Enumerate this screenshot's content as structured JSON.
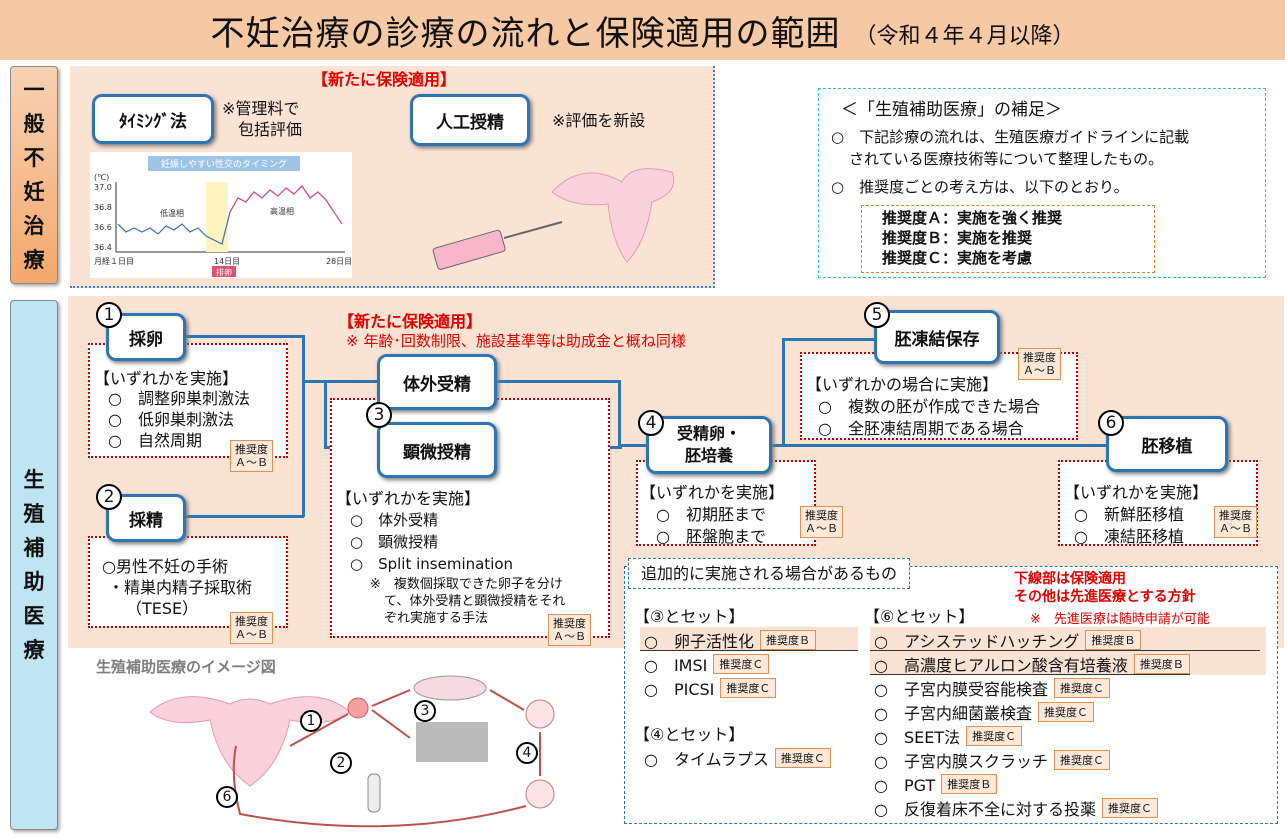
{
  "title": {
    "main": "不妊治療の診療の流れと保険適用の範囲",
    "sub": "（令和４年４月以降）"
  },
  "tabs": {
    "general": [
      "一",
      "般",
      "不",
      "妊",
      "治",
      "療"
    ],
    "art": [
      "生",
      "殖",
      "補",
      "助",
      "医",
      "療"
    ]
  },
  "general": {
    "new_coverage": "【新たに保険適用】",
    "timing": "ﾀｲﾐﾝｸﾞ法",
    "timing_note": [
      "※管理料で",
      "包括評価"
    ],
    "ai": "人工授精",
    "ai_note": "※評価を新設",
    "chart": {
      "banner": "妊娠しやすい性交のタイミング",
      "unit": "(℃)",
      "yticks": [
        "37.0",
        "36.8",
        "36.6",
        "36.4"
      ],
      "low": "低温相",
      "high": "高温相",
      "x1": "月経１日目",
      "x2": "14日目",
      "x3": "28日目",
      "ovulation": "排卵"
    }
  },
  "supplement": {
    "heading": "＜「生殖補助医療」の補足＞",
    "line1": "○　下記診療の流れは、生殖医療ガイドラインに記載",
    "line1b": "されている医療技術等について整理したもの。",
    "line2": "○　推奨度ごとの考え方は、以下のとおり。",
    "gradeA": "推奨度Ａ：実施を強く推奨",
    "gradeB": "推奨度Ｂ：実施を推奨",
    "gradeC": "推奨度Ｃ：実施を考慮"
  },
  "art": {
    "new_coverage": "【新たに保険適用】",
    "new_note": "※ 年齢･回数制限、施設基準等は助成金と概ね同様",
    "badgeAB": [
      "推奨度",
      "Ａ～Ｂ"
    ],
    "step1": {
      "num": "1",
      "label": "採卵",
      "head": "【いずれかを実施】",
      "items": [
        "○　調整卵巣刺激法",
        "○　低卵巣刺激法",
        "○　自然周期"
      ]
    },
    "step2": {
      "num": "2",
      "label": "採精",
      "items": [
        "○男性不妊の手術",
        "・精巣内精子採取術",
        "（TESE）"
      ]
    },
    "step3": {
      "num": "3",
      "label_a": "体外受精",
      "label_b": "顕微授精",
      "head": "【いずれかを実施】",
      "items": [
        "○　体外受精",
        "○　顕微授精",
        "○　Split insemination"
      ],
      "note": [
        "※　複数個採取できた卵子を分け",
        "て、体外受精と顕微授精をそれ",
        "ぞれ実施する手法"
      ]
    },
    "step4": {
      "num": "4",
      "label": [
        "受精卵・",
        "胚培養"
      ],
      "head": "【いずれかを実施】",
      "items": [
        "○　初期胚まで",
        "○　胚盤胞まで"
      ]
    },
    "step5": {
      "num": "5",
      "label": "胚凍結保存",
      "head": "【いずれかの場合に実施】",
      "items": [
        "○　複数の胚が作成できた場合",
        "○　全胚凍結周期である場合"
      ]
    },
    "step6": {
      "num": "6",
      "label": "胚移植",
      "head": "【いずれかを実施】",
      "items": [
        "○　新鮮胚移植",
        "○　凍結胚移植"
      ]
    }
  },
  "image": {
    "title": "生殖補助医療のイメージ図",
    "nums": [
      "1",
      "2",
      "3",
      "4",
      "6"
    ]
  },
  "additional": {
    "heading": "追加的に実施される場合があるもの",
    "legend1": "下線部は保険適用",
    "legend2": "その他は先進医療とする方針",
    "legend3": "※　先進医療は随時申請が可能",
    "set3": {
      "head": "【③とセット】",
      "items": [
        {
          "name": "○　卵子活性化",
          "grade": "推奨度Ｂ"
        },
        {
          "name": "○　IMSI",
          "grade": "推奨度Ｃ"
        },
        {
          "name": "○　PICSI",
          "grade": "推奨度Ｃ"
        }
      ]
    },
    "set4": {
      "head": "【④とセット】",
      "items": [
        {
          "name": "○　タイムラプス",
          "grade": "推奨度Ｃ"
        }
      ]
    },
    "set6": {
      "head": "【⑥とセット】",
      "items": [
        {
          "name": "○　アシステッドハッチング",
          "grade": "推奨度Ｂ"
        },
        {
          "name": "○　高濃度ヒアルロン酸含有培養液",
          "grade": "推奨度Ｂ"
        },
        {
          "name": "○　子宮内膜受容能検査",
          "grade": "推奨度Ｃ"
        },
        {
          "name": "○　子宮内細菌叢検査",
          "grade": "推奨度Ｃ"
        },
        {
          "name": "○　SEET法",
          "grade": "推奨度Ｃ"
        },
        {
          "name": "○　子宮内膜スクラッチ",
          "grade": "推奨度Ｃ"
        },
        {
          "name": "○　PGT",
          "grade": "推奨度Ｂ"
        },
        {
          "name": "○　反復着床不全に対する投薬",
          "grade": "推奨度Ｃ"
        }
      ]
    }
  }
}
